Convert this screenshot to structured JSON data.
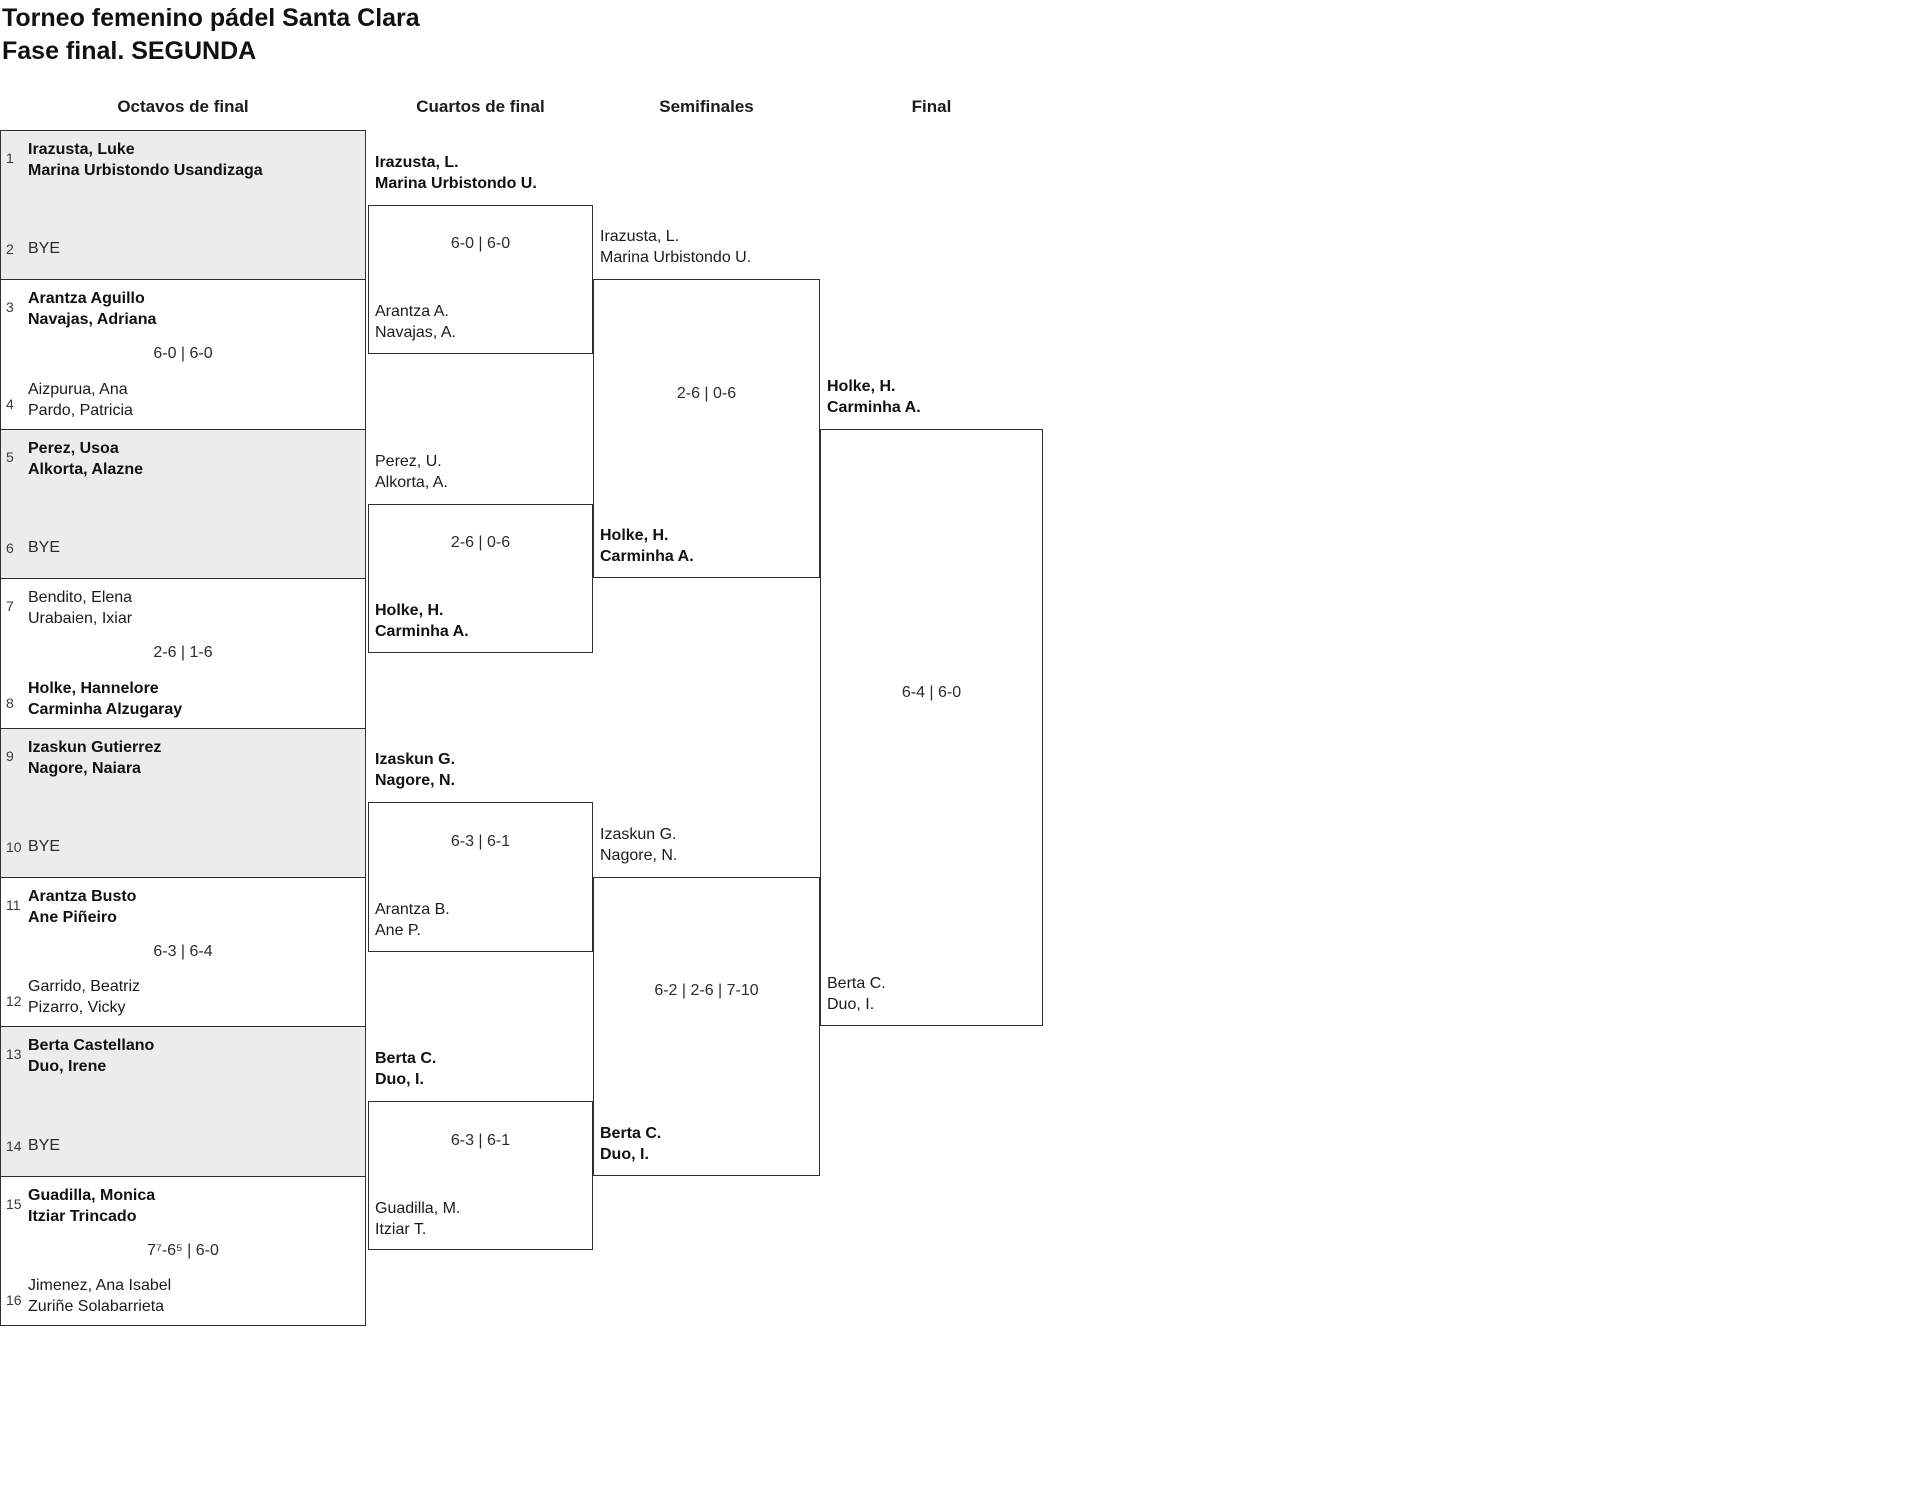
{
  "title": {
    "line1": "Torneo femenino pádel Santa Clara",
    "line2": "Fase final. SEGUNDA"
  },
  "round_headers": [
    "Octavos de final",
    "Cuartos de final",
    "Semifinales",
    "Final"
  ],
  "colors": {
    "bye_fill": "#ececec",
    "line": "#2f2f2f",
    "text": "#1b1b1b"
  },
  "chart_data": {
    "type": "table",
    "title": "Torneo femenino pádel Santa Clara — Fase final. SEGUNDA",
    "rounds": [
      "Octavos de final",
      "Cuartos de final",
      "Semifinales",
      "Final"
    ],
    "champion": "Holke, H. / Carminha A."
  },
  "bracket": {
    "octavos": [
      {
        "seed_a": "1",
        "a": "Irazusta, Luke\nMarina Urbistondo Usandizaga",
        "a_bold": true,
        "seed_b": "2",
        "b": "BYE",
        "b_bold": false,
        "score": "",
        "bye": true
      },
      {
        "seed_a": "3",
        "a": "Arantza Aguillo\nNavajas, Adriana",
        "a_bold": true,
        "seed_b": "4",
        "b": "Aizpurua, Ana\nPardo, Patricia",
        "b_bold": false,
        "score": "6-0 | 6-0",
        "bye": false
      },
      {
        "seed_a": "5",
        "a": "Perez, Usoa\nAlkorta, Alazne",
        "a_bold": true,
        "seed_b": "6",
        "b": "BYE",
        "b_bold": false,
        "score": "",
        "bye": true
      },
      {
        "seed_a": "7",
        "a": "Bendito, Elena\nUrabaien, Ixiar",
        "a_bold": false,
        "seed_b": "8",
        "b": "Holke, Hannelore\nCarminha Alzugaray",
        "b_bold": true,
        "score": "2-6 | 1-6",
        "bye": false
      },
      {
        "seed_a": "9",
        "a": "Izaskun Gutierrez\nNagore, Naiara",
        "a_bold": true,
        "seed_b": "10",
        "b": "BYE",
        "b_bold": false,
        "score": "",
        "bye": true
      },
      {
        "seed_a": "11",
        "a": "Arantza Busto\nAne Piñeiro",
        "a_bold": true,
        "seed_b": "12",
        "b": "Garrido, Beatriz\nPizarro, Vicky",
        "b_bold": false,
        "score": "6-3 | 6-4",
        "bye": false
      },
      {
        "seed_a": "13",
        "a": "Berta Castellano\nDuo, Irene",
        "a_bold": true,
        "seed_b": "14",
        "b": "BYE",
        "b_bold": false,
        "score": "",
        "bye": true
      },
      {
        "seed_a": "15",
        "a": "Guadilla, Monica\nItziar Trincado",
        "a_bold": true,
        "seed_b": "16",
        "b": "Jimenez, Ana Isabel\nZuriñe Solabarrieta",
        "b_bold": false,
        "score": "7⁷-6⁵ | 6-0",
        "bye": false
      }
    ],
    "cuartos": [
      {
        "a": "Irazusta, L.\nMarina Urbistondo U.",
        "a_bold": true,
        "b": "Arantza A.\nNavajas, A.",
        "b_bold": false,
        "score": "6-0 | 6-0"
      },
      {
        "a": "Perez, U.\nAlkorta, A.",
        "a_bold": false,
        "b": "Holke, H.\nCarminha A.",
        "b_bold": true,
        "score": "2-6 | 0-6"
      },
      {
        "a": "Izaskun G.\nNagore, N.",
        "a_bold": true,
        "b": "Arantza B.\nAne P.",
        "b_bold": false,
        "score": "6-3 | 6-1"
      },
      {
        "a": "Berta C.\nDuo, I.",
        "a_bold": true,
        "b": "Guadilla, M.\nItziar T.",
        "b_bold": false,
        "score": "6-3 | 6-1"
      }
    ],
    "semifinales": [
      {
        "a": "Irazusta, L.\nMarina Urbistondo U.",
        "a_bold": false,
        "b": "Holke, H.\nCarminha A.",
        "b_bold": true,
        "score": "2-6 | 0-6"
      },
      {
        "a": "Izaskun G.\nNagore, N.",
        "a_bold": false,
        "b": "Berta C.\nDuo, I.",
        "b_bold": true,
        "score": "6-2 | 2-6 | 7-10"
      }
    ],
    "final": [
      {
        "a": "Holke, H.\nCarminha A.",
        "a_bold": true,
        "b": "Berta C.\nDuo, I.",
        "b_bold": false,
        "score": "6-4 | 6-0"
      }
    ]
  }
}
